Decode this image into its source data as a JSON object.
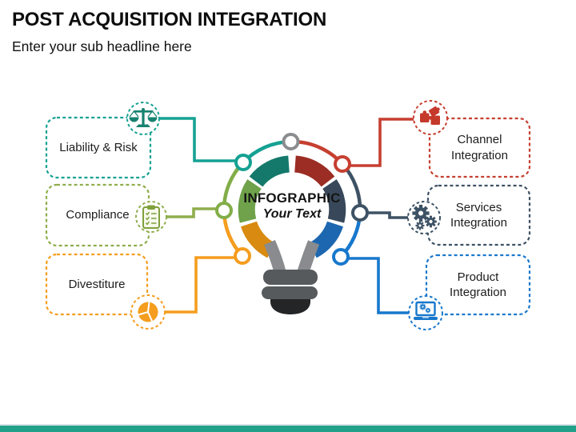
{
  "slide": {
    "title": "POST ACQUISITION INTEGRATION",
    "subtitle": "Enter your sub headline here"
  },
  "center": {
    "line1": "INFOGRAPHIC",
    "line2": "Your Text"
  },
  "nodes": {
    "left": [
      {
        "label": "Liability & Risk",
        "icon": "scales-icon",
        "color": "#15a193"
      },
      {
        "label": "Compliance",
        "icon": "clipboard-icon",
        "color": "#8fae4d"
      },
      {
        "label": "Divestiture",
        "icon": "pie-chart-icon",
        "color": "#f59d1e"
      }
    ],
    "right": [
      {
        "label": "Channel Integration",
        "icon": "puzzle-icon",
        "color": "#c63f30"
      },
      {
        "label": "Services Integration",
        "icon": "gears-icon",
        "color": "#3e5265"
      },
      {
        "label": "Product Integration",
        "icon": "laptop-icon",
        "color": "#1878cc"
      }
    ]
  },
  "palette": {
    "teal": "#15a193",
    "teal_dark": "#14796a",
    "green": "#82ad48",
    "green_dark": "#6fa24a",
    "orange": "#f59d1e",
    "orange_dark": "#d98a10",
    "red": "#c63f30",
    "red_dark": "#9b2d24",
    "slate": "#3e5265",
    "slate_dark": "#38485a",
    "blue": "#1878cc",
    "blue_dark": "#1d67b0",
    "bulb_gray": "#898b8e",
    "bulb_band": "#565a5d",
    "bulb_tip": "#232527",
    "footer_bar": "#21a189"
  }
}
